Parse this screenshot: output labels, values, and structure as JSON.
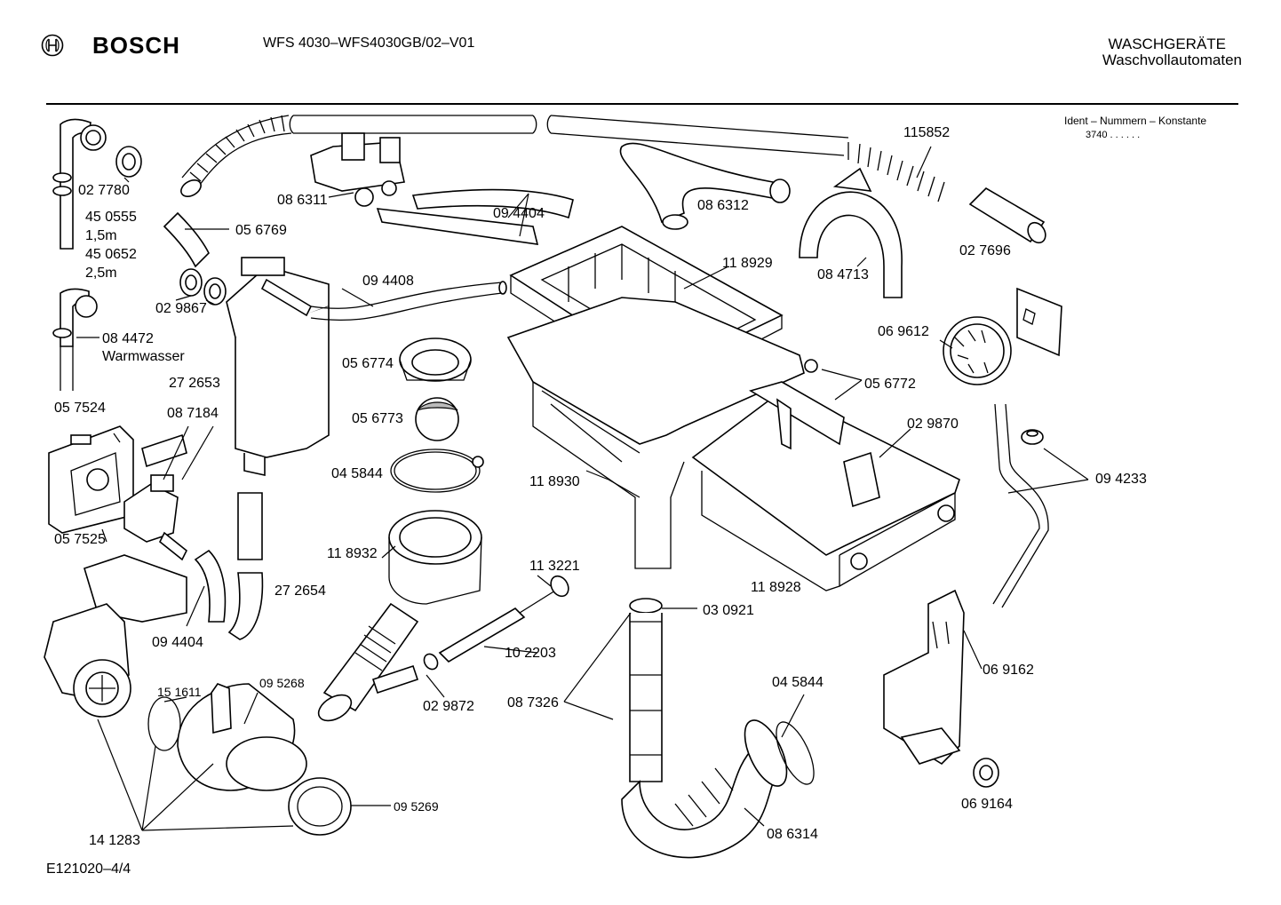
{
  "header": {
    "brand": "BOSCH",
    "model": "WFS 4030–WFS4030GB/02–V01",
    "category_main": "WASCHGERÄTE",
    "category_sub": "Waschvollautomaten",
    "ident_label": "Ident – Nummern – Konstante",
    "ident_value": "3740 . .    . . . ."
  },
  "footer": {
    "code": "E121020–4/4"
  },
  "parts": {
    "p027780": "02 7780",
    "p450555": "45 0555",
    "len15": "1,5m",
    "p450652": "45 0652",
    "len25": "2,5m",
    "p056769": "05 6769",
    "p029867": "02 9867",
    "p084472": "08 4472",
    "warmwasser": "Warmwasser",
    "p086311": "08 6311",
    "p094404a": "09 4404",
    "p086312": "08 6312",
    "p115852": "115852",
    "p084713": "08 4713",
    "p027696": "02 7696",
    "p118929": "11 8929",
    "p094408": "09 4408",
    "p272653": "27 2653",
    "p056774": "05 6774",
    "p056773": "05 6773",
    "p045844a": "04 5844",
    "p057524": "05 7524",
    "p087184": "08 7184",
    "p057525": "05 7525",
    "p069612": "06 9612",
    "p056772": "05 6772",
    "p029870": "02 9870",
    "p094233": "09 4233",
    "p118930": "11 8930",
    "p118932": "11 8932",
    "p113221": "11 3221",
    "p118928": "11 8928",
    "p272654": "27 2654",
    "p094404b": "09 4404",
    "p030921": "03 0921",
    "p102203": "10 2203",
    "p151611": "15 1611",
    "p095268": "09 5268",
    "p029872": "02 9872",
    "p087326": "08 7326",
    "p045844b": "04 5844",
    "p069162": "06 9162",
    "p095269": "09 5269",
    "p141283": "14 1283",
    "p086314": "08 6314",
    "p069164": "06 9164"
  }
}
